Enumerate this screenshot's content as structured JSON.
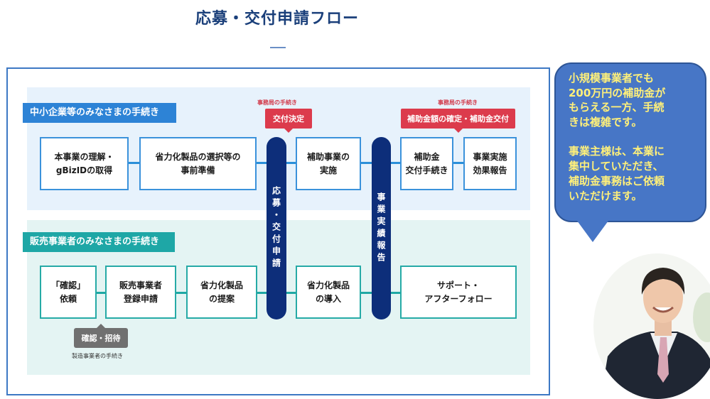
{
  "title": "応募・交付申請フロー",
  "sections": {
    "top_label": "中小企業等のみなさまの手続き",
    "bottom_label": "販売事業者のみなさまの手続き"
  },
  "top_steps": [
    "本事業の理解・\ngBizIDの取得",
    "省力化製品の選択等の\n事前準備",
    "補助事業の\n実施",
    "補助金\n交付手続き",
    "事業実施\n効果報告"
  ],
  "bottom_steps": [
    "「確認」\n依頼",
    "販売事業者\n登録申請",
    "省力化製品\nの提案",
    "省力化製品\nの導入",
    "サポート・\nアフターフォロー"
  ],
  "pillars": {
    "application": "応募・交付申請",
    "report": "事業実績報告"
  },
  "secretariat_tags": {
    "note_1": "事務局の手続き",
    "label_1": "交付決定",
    "note_2": "事務局の手続き",
    "label_2": "補助金額の確定・補助金交付"
  },
  "manufacturer_tag": {
    "label": "確認・招待",
    "note": "製造事業者の手続き"
  },
  "speech_bubble": {
    "text": "小規模事業者でも\n200万円の補助金が\nもらえる一方、手続\nきは複雑です。\n\n事業主様は、本業に\n集中していただき、\n補助金事務はご依頼\nいただけます。"
  },
  "colors": {
    "title": "#1a3f7a",
    "frame": "#3d78c4",
    "top_band": "#e7f2fc",
    "bottom_band": "#e4f4f3",
    "top_accent": "#2d83d6",
    "bottom_accent": "#1ea7a6",
    "pillar": "#0d2e7a",
    "secretariat_tag": "#dc3b4c",
    "bubble_fill": "#4776c6",
    "bubble_text": "#fff07a"
  }
}
